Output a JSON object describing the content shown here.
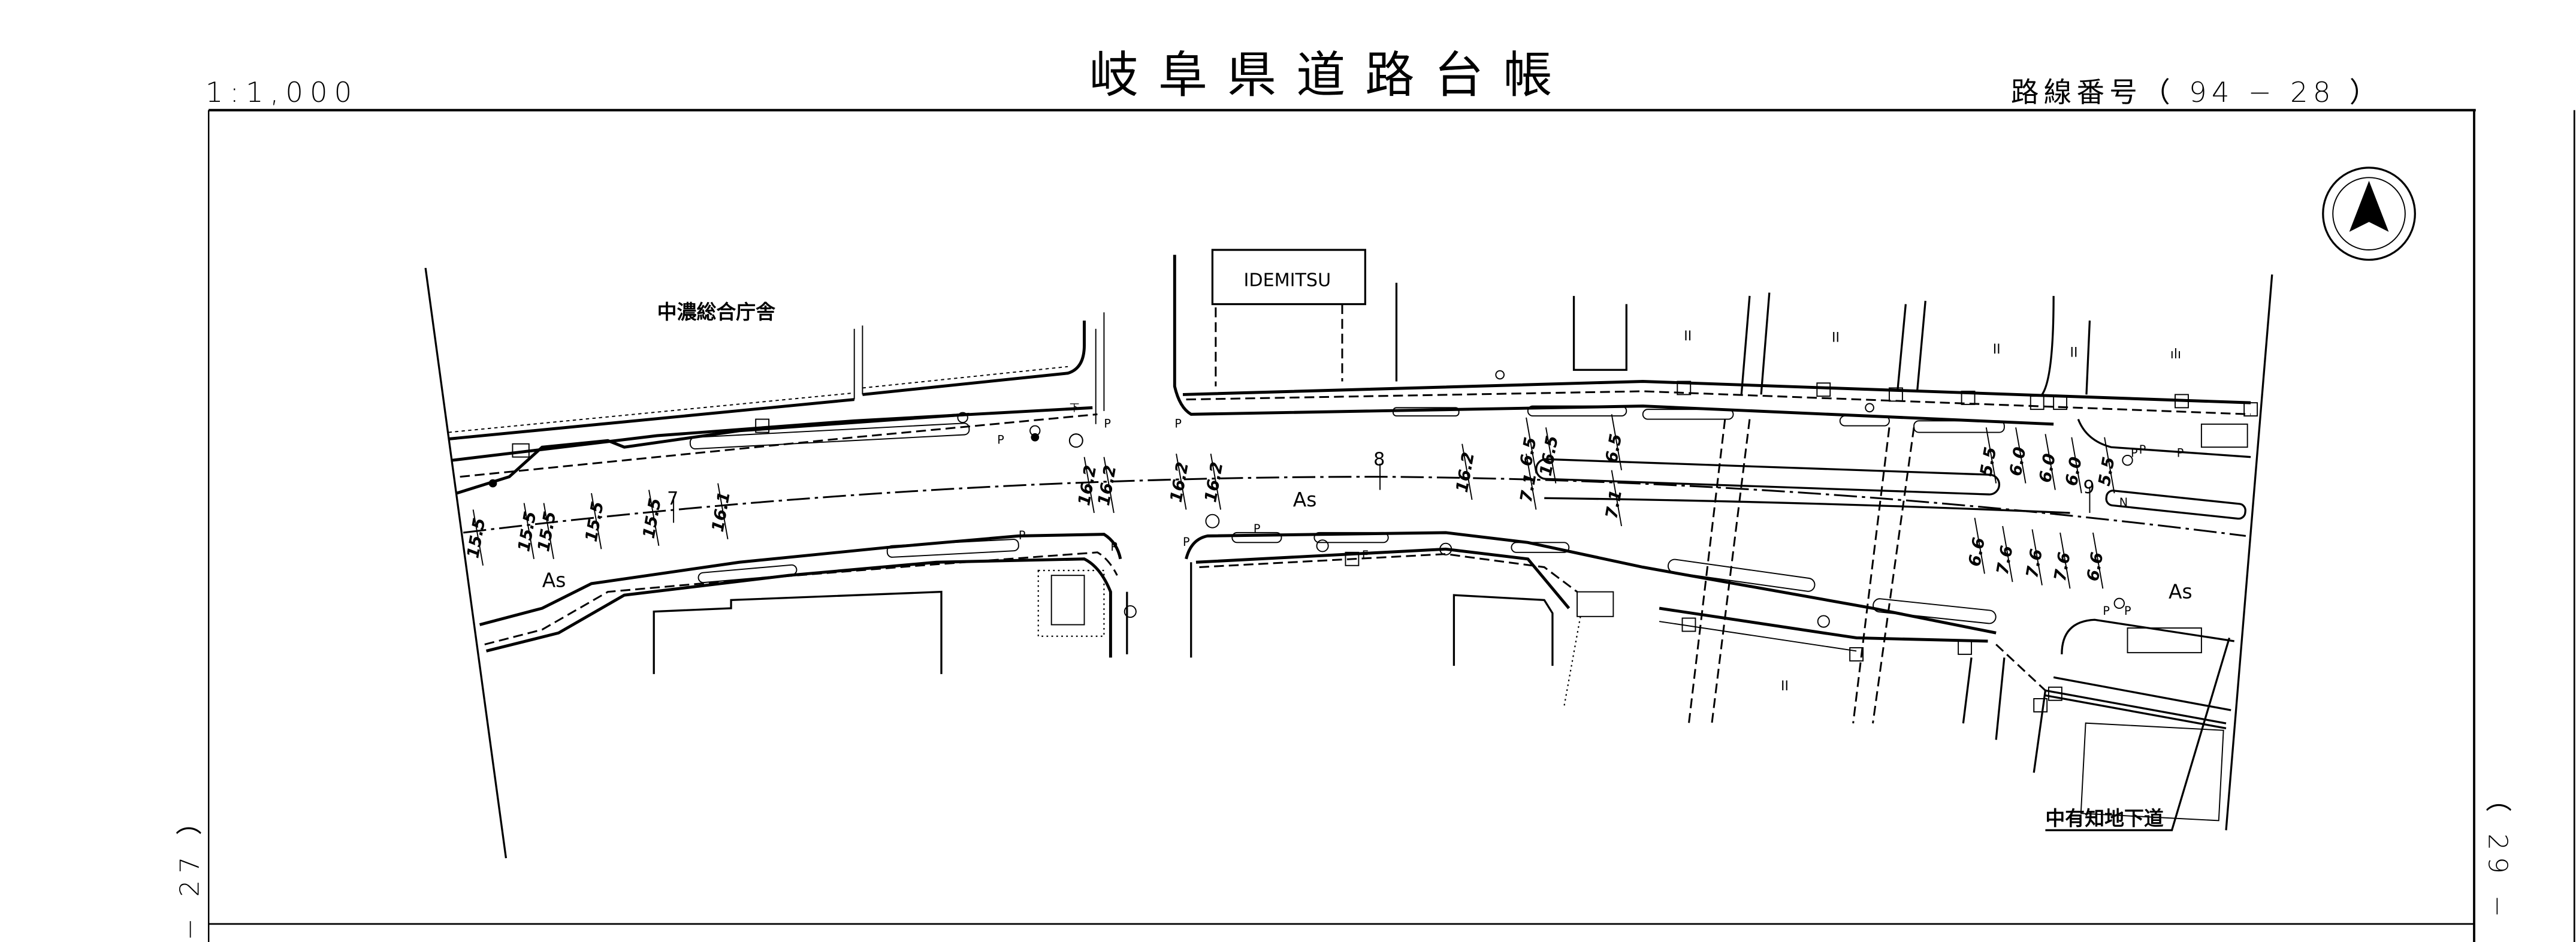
{
  "header": {
    "scale": "1:1,000",
    "title": "岐阜県道路台帳",
    "route_label": "路線番号（ 94 − 28 ）"
  },
  "side_labels": {
    "left": "− 27 ）",
    "right": "（ 29 −"
  },
  "map": {
    "landmarks": {
      "chuno_office": "中濃総合庁舎",
      "gas_station": "IDEMITSU",
      "underpass": "中有知地下道"
    },
    "surface_labels": [
      "As",
      "As",
      "As"
    ],
    "stations": [
      "7",
      "8",
      "9"
    ],
    "widths": [
      "15.5",
      "15.5",
      "15.5",
      "15.5",
      "15.5",
      "16.1",
      "16.2",
      "16.2",
      "16.2",
      "16.2",
      "16.2",
      "6.5",
      "16.5",
      "6.5",
      "7.1",
      "7.1",
      "5.5",
      "6.0",
      "6.0",
      "6.0",
      "5.5",
      "6.6",
      "7.6",
      "7.6",
      "7.6",
      "6.6"
    ],
    "pole_labels": [
      "P",
      "P",
      "P",
      "P",
      "P",
      "P",
      "P",
      "P",
      "P",
      "P",
      "P",
      "P"
    ],
    "zone_marks": [
      "II",
      "II",
      "II",
      "II",
      "II",
      "ılı"
    ],
    "marker_n": "N",
    "hydrant_mark": "F",
    "sewer_mark": "下"
  }
}
